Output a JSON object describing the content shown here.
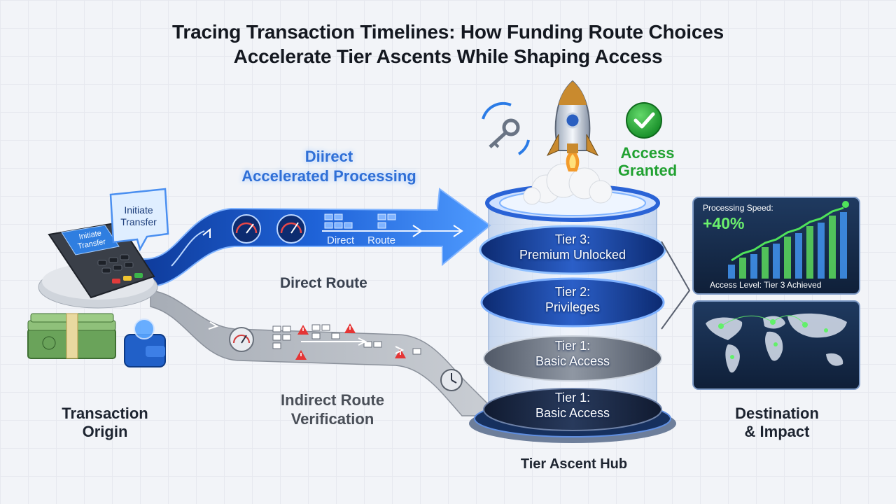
{
  "title": {
    "line1": "Tracing Transaction Timelines: How Funding Route Choices",
    "line2": "Accelerate Tier Ascents While Shaping Access"
  },
  "origin": {
    "label_line1": "Transaction",
    "label_line2": "Origin",
    "bubble_line1": "Initiate",
    "bubble_line2": "Transfer",
    "terminal_line1": "Initiate",
    "terminal_line2": "Transfer"
  },
  "direct": {
    "title_line1": "Diirect",
    "title_line2": "Accelerated Processing",
    "route_label": "Direct Route",
    "tag_left": "Direct",
    "tag_right": "Route"
  },
  "indirect": {
    "label_line1": "Indirect Route",
    "label_line2": "Verification"
  },
  "hub": {
    "label": "Tier Ascent Hub",
    "tiers": [
      {
        "line1": "Tier 3:",
        "line2": "Premium Unlocked"
      },
      {
        "line1": "Tier 2:",
        "line2": "Privileges"
      },
      {
        "line1": "Tier 1:",
        "line2": "Basic Access"
      },
      {
        "line1": "Tier 1:",
        "line2": "Basic Access"
      }
    ],
    "access_line1": "Access",
    "access_line2": "Granted"
  },
  "destination": {
    "label_line1": "Destination",
    "label_line2": "& Impact",
    "speed_label": "Processing Speed:",
    "speed_value": "+40%",
    "access_level": "Access Level: Tier 3 Achieved"
  },
  "chart_data": {
    "type": "bar",
    "values": [
      2,
      3,
      3.5,
      4.5,
      5,
      6,
      6.5,
      7.5,
      8,
      9,
      9.5
    ],
    "colors": {
      "bar": "#3f8fe8",
      "bar_top": "#58d15c",
      "trend": "#4fe35a"
    }
  },
  "colors": {
    "direct": "#2a6fe0",
    "indirect": "#9aa1ab",
    "hub": "#1a3f9a",
    "access": "#21a131",
    "panel": "#1a2d4d"
  }
}
